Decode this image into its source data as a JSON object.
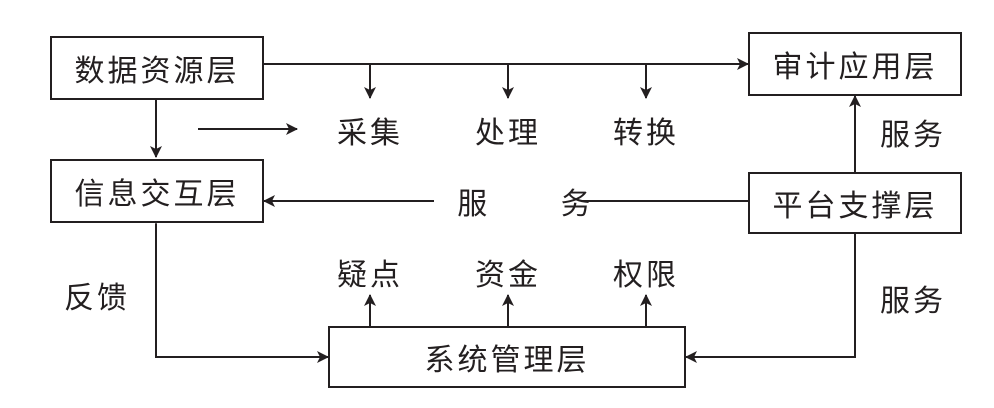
{
  "boxes": {
    "data_resource": "数据资源层",
    "audit_app": "审计应用层",
    "info_exchange": "信息交互层",
    "platform_support": "平台支撑层",
    "system_mgmt": "系统管理层"
  },
  "labels": {
    "collect": "采集",
    "process": "处理",
    "convert": "转换",
    "service_middle": "服 务",
    "service_right_top": "服务",
    "service_right_bottom": "服务",
    "feedback": "反馈",
    "doubt": "疑点",
    "funds": "资金",
    "permission": "权限"
  },
  "colors": {
    "ink": "#231f20",
    "background": "#ffffff"
  }
}
